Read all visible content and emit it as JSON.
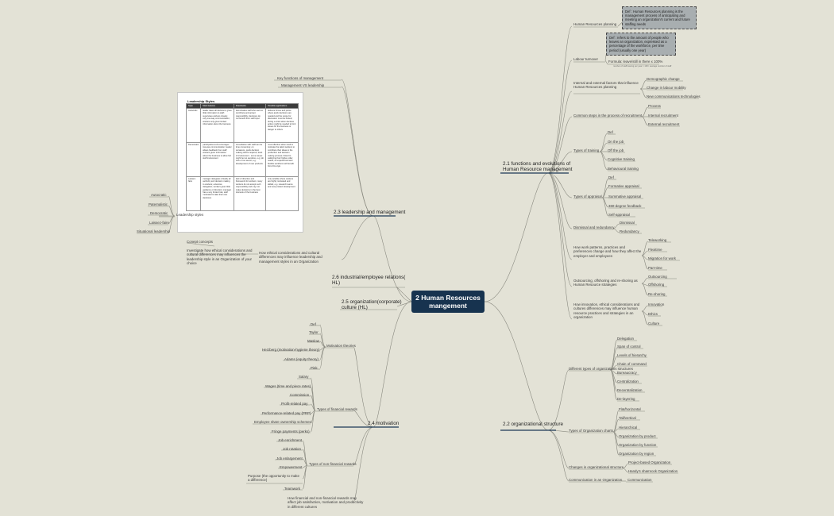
{
  "central": "2 Human Resources mangement",
  "branches": {
    "b21": "2.1 functions and evolutions of Human Resource management",
    "b22": "2.2 organizational structure",
    "b23": "2.3 leadership and management",
    "b24": "2.4 motivation",
    "b25": "2.5 organization(corporate) culture (HL)",
    "b26": "2.6 industrial/employee relations( HL)"
  },
  "s21": {
    "hr_planning": "Human Resources planning",
    "hr_planning_def": "Def : Human Resources planning is the management process of anticipating and meeting an organization's current and future staffing needs",
    "labour_turnover": "Labour turnover",
    "labour_turnover_def": "Def : refers to the amount of people who leaves an organization, expressed as a percentage of the workforce, per time period (usually one year)",
    "formula": "Formula: leave/still in there x 100%",
    "formula_note": "number of staff leaving per year × 100 / average number of staff",
    "internal_external": "Internal and external factors that influence Human Resources planning",
    "demographic": "Demographic change",
    "labour_mobility": "Change in labour mobility",
    "new_comm_tech": "New communications technologies",
    "common_steps": "Common steps in the process of recruitment",
    "process": "Process",
    "internal_rec": "Internal recruitment",
    "external_rec": "External recruitment",
    "types_training": "Types of training",
    "t_def": "Def",
    "on_job": "On the job",
    "off_job": "Off the job",
    "cognitive": "Cognitive training",
    "behavioural": "Behavioural training",
    "types_appraisal": "Types of appraisal",
    "a_def": "Def",
    "formative": "Formative appraisal",
    "summative": "Summative appraisal",
    "feedback360": "360-degree feedback",
    "self_appraisal": "Self-appraisal",
    "dismissal_redundancy": "Dismissal and redundancy",
    "dismissal": "Dismissal",
    "redundancy": "Redundancy",
    "work_patterns": "How work patterns, practices and preferences change and how they affect the employer and employees",
    "teleworking": "Teleworking",
    "flexitime": "Flexitime",
    "migration": "Migration for work",
    "part_time": "Part-time",
    "outsourcing_q": "Outsourcing, offshoring and re-shoring as Human Resource strategies",
    "outsourcing": "Outsourcing",
    "offshoring": "Offshoring",
    "reshoring": "Re-shoring",
    "innovation_q": "How innovation, ethical considerations and cultures differences may influence human resource practices and strategies in an organization",
    "innovation": "Innovation",
    "ethics": "Ethics",
    "culture": "Culture"
  },
  "s22": {
    "diff_types": "Different types of organizations structures",
    "delegation": "Delegation",
    "span": "Span of control",
    "levels": "Levels of hierarchy",
    "chain": "Chain of command",
    "bureaucracy": "Bureaucracy",
    "centralization": "Centralization",
    "decentralization": "Decentralization",
    "delayering": "De-layering",
    "types_charts": "Types of Organization charts",
    "flat": "Flat/horizontal",
    "tall": "Tall/vertical",
    "hierarchical": "Hierarchical",
    "by_product": "Organization by product",
    "by_function": "Organization by function",
    "by_region": "Organization by region",
    "changes": "Changes in organizational structure",
    "project": "Project-based Organization",
    "handy": "Handy's shamrock Organization",
    "communication_q": "Communication in an Organization",
    "communication": "Communication"
  },
  "s23": {
    "key_functions": "Key functions of management",
    "mgmt_vs_leadership": "Management VS leadership",
    "leadership_styles": "Leadership styles",
    "autocratic": "Autocratic",
    "paternalistic": "Paternalistic",
    "democratic": "Democratic",
    "laissez": "Laissez-faire",
    "situational": "Situational leadership",
    "concepts": "Conept concepts",
    "investigate": "Investigate how ethical considerations and cultural differences may influences the leadership style in an Organization of your choice",
    "how_ethical": "How ethical considerations and cultural differences may influence leadership and management styles in an Organization",
    "table": {
      "title": "Leadership Styles",
      "headers": [
        "Style",
        "Main features",
        "Drawbacks",
        "Possible applications"
      ],
      "rows": [
        [
          "Autocratic",
          "leader takes all decisions; gives little information to staff; supervises workers closely; only one-way communication; workers only given limited information about the business",
          "demotivates staff who want to contribute and accept responsibility; decisions do not benefit from staff input",
          "defence forces and police where quick decisions are needed and the scope for discussion must be limited; during a crisis when decisive action might be needed to limit losses for the business or danger to others"
        ],
        [
          "Democratic",
          "participative and encourages two-way communication; leader allows feedback from staff; workers given information about the business to allow full staff involvement",
          "consultation with staff can be time consuming; on occasions, quick decision making will be required; level of involvement - some issues might be too sensitive, e.g. job cuts or too secret, e.g. development of new products",
          "most effective when used to motivate the talent workers to contribute their ideas to the production and decision making process; linked to satisfying their higher-order needs; an experienced and flexible workforce will benefit from this style"
        ],
        [
          "Laissez-faire",
          "manager delegates virtually all authority and decision making to workers; extensive delegation; workers given little guidance or direction; manager has a very limited role; staff motivated to take their own decisions",
          "lack of direction and framework for workers; many workers do not accept such responsibility and may not make decisions in the best interests of the business",
          "only suitable where workers are highly motivated and skilled, e.g. research teams and new product development"
        ]
      ]
    }
  },
  "s24": {
    "motivation_theories": "Motivation theories",
    "m_def": "Def",
    "taylor": "Taylor",
    "maslow": "Maslow",
    "herzberg": "Herzberg (motivation-hygiene theory)",
    "adams": "Adams (equity theory)",
    "pink": "Pink",
    "types_financial": "Types of financial rewards",
    "salary": "Salary",
    "wages": "Wages (time and piece rates)",
    "commission": "Commission",
    "profit_pay": "Profit-related pay",
    "prp": "Performance-related pay (PRP)",
    "share_schemes": "Employee share ownership schemes",
    "fringe": "Fringe payments (perks)",
    "types_nonfinancial": "Types of non-financial rewards",
    "job_enrichment": "Job enrichment",
    "job_rotation": "Job rotation",
    "job_enlargement": "Job enlargement",
    "empowerment": "Empowerment",
    "purpose": "Purpose (the opportunity to make a difference)",
    "teamwork": "Teamwork",
    "how_financial": "How financial and non-financial rewards may affect job satisfaction, motivation and productivity in different cultures"
  },
  "colors": {
    "background": "#e3e2d6",
    "central_fill": "#17334f",
    "branch_line": "#1d3a57",
    "link_line": "#8a8a80",
    "note_fill": "#a8aeb0"
  }
}
